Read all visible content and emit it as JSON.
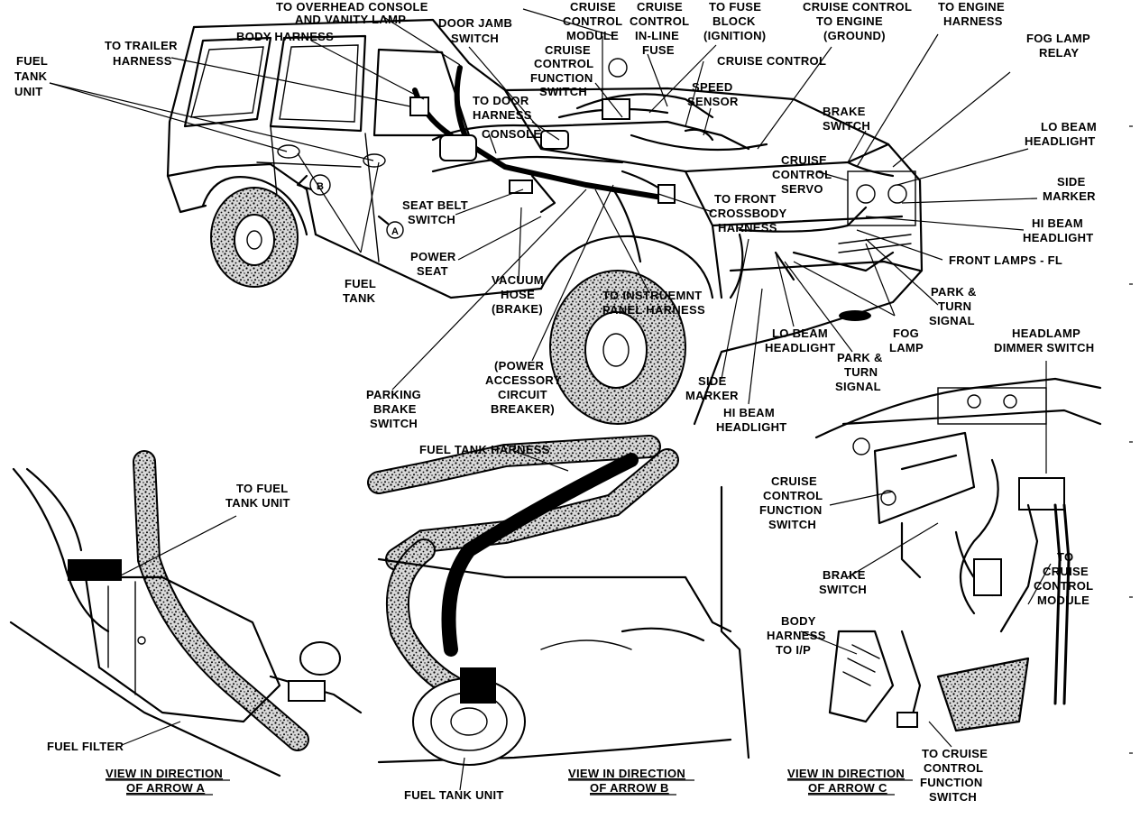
{
  "labels": {
    "to_overhead_console_1": "TO OVERHEAD CONSOLE",
    "to_overhead_console_2": "AND VANITY LAMP",
    "body_harness": "BODY HARNESS",
    "to_trailer_harness_1": "TO TRAILER",
    "to_trailer_harness_2": "HARNESS",
    "fuel_tank_unit_1": "FUEL",
    "fuel_tank_unit_2": "TANK",
    "fuel_tank_unit_3": "UNIT",
    "door_jamb_switch_1": "DOOR JAMB",
    "door_jamb_switch_2": "SWITCH",
    "cruise_control_module_1": "CRUISE",
    "cruise_control_module_2": "CONTROL",
    "cruise_control_module_3": "MODULE",
    "cruise_inline_fuse_1": "CRUISE",
    "cruise_inline_fuse_2": "CONTROL",
    "cruise_inline_fuse_3": "IN-LINE",
    "cruise_inline_fuse_4": "FUSE",
    "to_fuse_block_1": "TO FUSE",
    "to_fuse_block_2": "BLOCK",
    "to_fuse_block_3": "(IGNITION)",
    "cruise_to_engine_1": "CRUISE CONTROL",
    "cruise_to_engine_2": "TO ENGINE",
    "cruise_to_engine_3": "(GROUND)",
    "to_engine_harness_1": "TO ENGINE",
    "to_engine_harness_2": "HARNESS",
    "fog_lamp_relay_1": "FOG LAMP",
    "fog_lamp_relay_2": "RELAY",
    "cruise_function_switch_1": "CRUISE",
    "cruise_function_switch_2": "CONTROL",
    "cruise_function_switch_3": "FUNCTION",
    "cruise_function_switch_4": "SWITCH",
    "cruise_control": "CRUISE CONTROL",
    "speed_sensor_1": "SPEED",
    "speed_sensor_2": "SENSOR",
    "to_door_harness_1": "TO DOOR",
    "to_door_harness_2": "HARNESS",
    "console": "CONSOLE",
    "brake_switch_1": "BRAKE",
    "brake_switch_2": "SWITCH",
    "lo_beam_headlight_1": "LO BEAM",
    "lo_beam_headlight_2": "HEADLIGHT",
    "cruise_servo_1": "CRUISE",
    "cruise_servo_2": "CONTROL",
    "cruise_servo_3": "SERVO",
    "side_marker_1": "SIDE",
    "side_marker_2": "MARKER",
    "to_front_crossbody_1": "TO FRONT",
    "to_front_crossbody_2": "CROSSBODY",
    "to_front_crossbody_3": "HARNESS",
    "hi_beam_headlight_1": "HI BEAM",
    "hi_beam_headlight_2": "HEADLIGHT",
    "seat_belt_switch_1": "SEAT BELT",
    "seat_belt_switch_2": "SWITCH",
    "front_lamps_fl": "FRONT LAMPS - FL",
    "power_seat_1": "POWER",
    "power_seat_2": "SEAT",
    "fuel_tank_1": "FUEL",
    "fuel_tank_2": "TANK",
    "vacuum_hose_1": "VACUUM",
    "vacuum_hose_2": "HOSE",
    "vacuum_hose_3": "(BRAKE)",
    "to_instrument_panel_1": "TO INSTRUEMNT",
    "to_instrument_panel_2": "PANEL HARNESS",
    "park_turn_signal_r_1": "PARK &",
    "park_turn_signal_r_2": "TURN",
    "park_turn_signal_r_3": "SIGNAL",
    "fog_lamp_1": "FOG",
    "fog_lamp_2": "LAMP",
    "lo_beam_headlight_b_1": "LO BEAM",
    "lo_beam_headlight_b_2": "HEADLIGHT",
    "park_turn_signal_b_1": "PARK &",
    "park_turn_signal_b_2": "TURN",
    "park_turn_signal_b_3": "SIGNAL",
    "headlamp_dimmer_1": "HEADLAMP",
    "headlamp_dimmer_2": "DIMMER SWITCH",
    "power_accessory_1": "(POWER",
    "power_accessory_2": "ACCESSORY",
    "power_accessory_3": "CIRCUIT",
    "power_accessory_4": "BREAKER)",
    "side_marker_b_1": "SIDE",
    "side_marker_b_2": "MARKER",
    "hi_beam_headlight_b_1": "HI BEAM",
    "hi_beam_headlight_b_2": "HEADLIGHT",
    "parking_brake_1": "PARKING",
    "parking_brake_2": "BRAKE",
    "parking_brake_3": "SWITCH",
    "fuel_tank_harness": "FUEL TANK HARNESS",
    "to_fuel_tank_unit_1": "TO FUEL",
    "to_fuel_tank_unit_2": "TANK UNIT",
    "fuel_filter": "FUEL FILTER",
    "fuel_tank_unit_b": "FUEL TANK UNIT",
    "cruise_function_switch_c_1": "CRUISE",
    "cruise_function_switch_c_2": "CONTROL",
    "cruise_function_switch_c_3": "FUNCTION",
    "cruise_function_switch_c_4": "SWITCH",
    "brake_switch_c_1": "BRAKE",
    "brake_switch_c_2": "SWITCH",
    "to_cruise_module_1": "TO",
    "to_cruise_module_2": "CRUISE",
    "to_cruise_module_3": "CONTROL",
    "to_cruise_module_4": "MODULE",
    "body_harness_ip_1": "BODY",
    "body_harness_ip_2": "HARNESS",
    "body_harness_ip_3": "TO I/P",
    "to_cruise_function_1": "TO CRUISE",
    "to_cruise_function_2": "CONTROL",
    "to_cruise_function_3": "FUNCTION",
    "to_cruise_function_4": "SWITCH",
    "arrow_a": "A",
    "arrow_b": "B"
  },
  "captions": {
    "view_a_1": "VIEW IN DIRECTION",
    "view_a_2": "OF ARROW A",
    "view_b_1": "VIEW IN DIRECTION",
    "view_b_2": "OF ARROW B",
    "view_c_1": "VIEW IN DIRECTION",
    "view_c_2": "OF ARROW C"
  }
}
